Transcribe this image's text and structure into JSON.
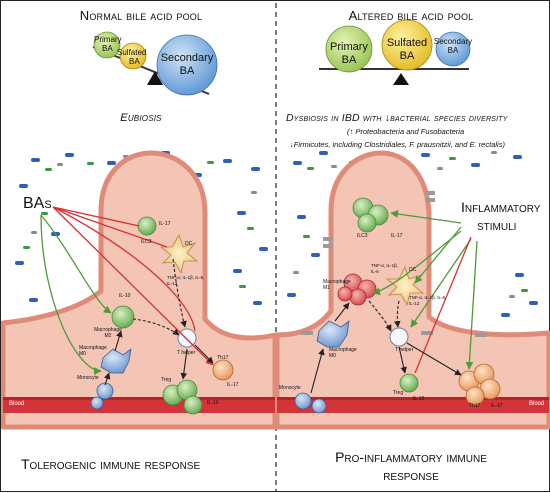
{
  "left": {
    "title": "Normal bile acid pool",
    "balls": {
      "primary": "Primary BA",
      "sulfated": "Sulfated BA",
      "secondary": "Secondary BA"
    },
    "state": "Eubiosis",
    "bas_label": "BAs",
    "cells": {
      "ilc3": "ILC3",
      "il17_ilc": "IL-17",
      "dc": "DC",
      "dc_cytokines": "TNF-α, IL-1β, IL-6, IL-12",
      "il10": "IL-10",
      "macrophage_m2": "Macrophage M2",
      "macrophage_m0": "Macrophage M0",
      "t_helper": "T helper",
      "th17": "Th17",
      "il17_th17": "IL-17",
      "treg": "Treg",
      "il10_treg": "IL-10",
      "monocyte": "Monocyte",
      "blood": "Blood"
    },
    "response": "Tolerogenic immune response"
  },
  "right": {
    "title": "Altered bile acid pool",
    "balls": {
      "primary": "Primary BA",
      "sulfated": "Sulfated BA",
      "secondary": "Secondary BA"
    },
    "state_line1": "Dysbiosis in IBD with ↓bacterial species diversity",
    "state_line2": "(↑ Proteobacteria and Fusobacteria",
    "state_line3": "↓Firmicutes, including Clostridiales, F. prausnitzii, and E. rectalis)",
    "stimuli_label_1": "Inflammatory",
    "stimuli_label_2": "stimuli",
    "cells": {
      "ilc3": "ILC3",
      "il17_ilc": "IL-17",
      "tnf": "TNF-α, IL-1β, IL-6",
      "macrophage_m1": "Macrophage M1",
      "dc": "DC",
      "dc_cytokines": "TNF-α, IL-1β, IL-6, IL-12",
      "macrophage_m0": "Macrophage M0",
      "t_helper": "T helper",
      "il10": "IL-10",
      "treg": "Treg",
      "th17": "Th17",
      "il17_th17": "IL-17",
      "monocyte": "Monocyte",
      "blood": "Blood"
    },
    "response_line1": "Pro-inflammatory immune",
    "response_line2": "response"
  },
  "colors": {
    "tissue": "#f4c4b4",
    "villus_edge": "#e79a8a",
    "blood": "#d2343a",
    "bas_arrow": "#d63333",
    "green_arrow": "#4f9a3a",
    "primary_ball": "#bfe07a",
    "sulfated_ball": "#f2d33d",
    "secondary_ball": "#6fa7dc"
  }
}
